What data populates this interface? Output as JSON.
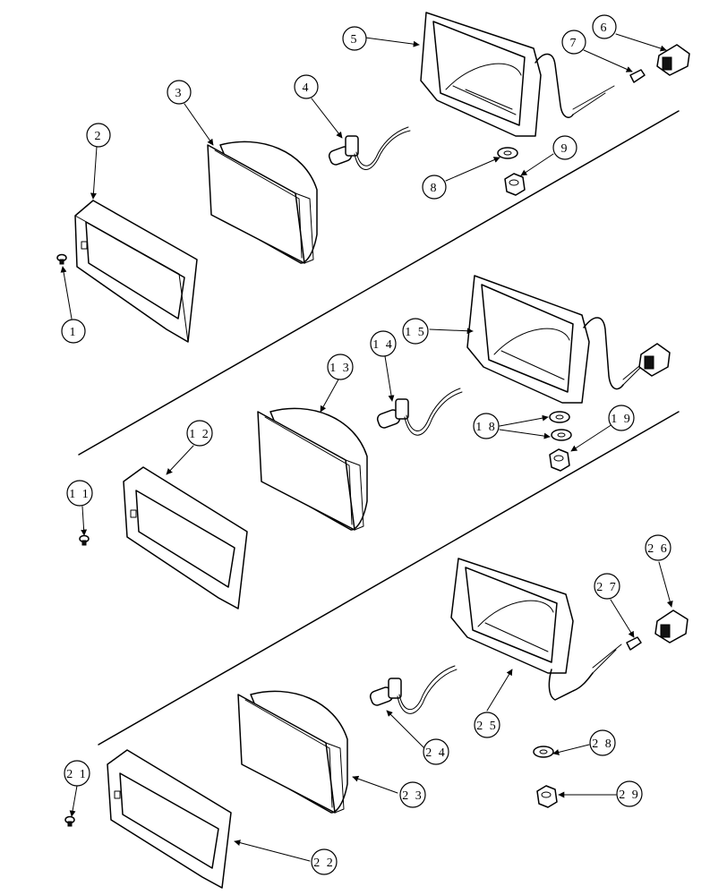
{
  "callouts": {
    "c1": "1",
    "c2": "2",
    "c3": "3",
    "c4": "4",
    "c5": "5",
    "c6": "6",
    "c7": "7",
    "c8": "8",
    "c9": "9",
    "c11": "1 1",
    "c12": "1 2",
    "c13": "1 3",
    "c14": "1 4",
    "c15": "1 5",
    "c18": "1 8",
    "c19": "1 9",
    "c21": "2 1",
    "c22": "2 2",
    "c23": "2 3",
    "c24": "2 4",
    "c25": "2 5",
    "c26": "2 6",
    "c27": "2 7",
    "c28": "2 8",
    "c29": "2 9"
  }
}
